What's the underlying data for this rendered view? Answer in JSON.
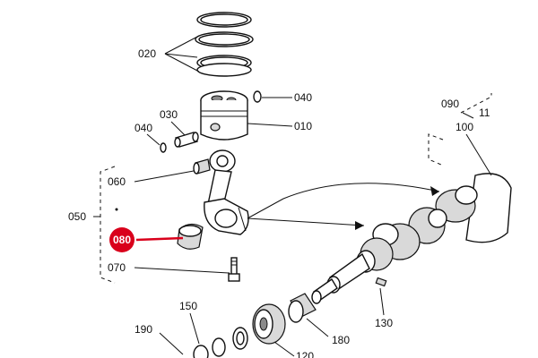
{
  "labels": {
    "p020": "020",
    "p040a": "040",
    "p010": "010",
    "p030": "030",
    "p040b": "040",
    "p060": "060",
    "p050": "050",
    "p080": "080",
    "p070": "070",
    "p090": "090",
    "p100": "100",
    "p110": "11",
    "p130": "130",
    "p150": "150",
    "p180": "180",
    "p190": "190",
    "p120": "120"
  },
  "colors": {
    "highlight": "#d9001b",
    "line": "#111111"
  },
  "highlighted_part": "080"
}
